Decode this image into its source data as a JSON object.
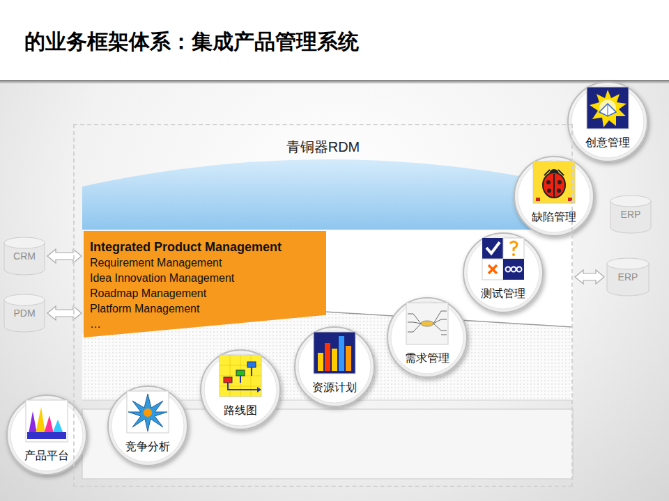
{
  "diagram": {
    "title": "的业务框架体系：集成产品管理系统",
    "nodes": [
      {
        "text": [
          "青铜器RDM"
        ]
      },
      {
        "text": [
          "Integrated Product Management",
          "Requirement Management",
          "Idea Innovation Management",
          "Roadmap Management",
          "Platform Management",
          "…"
        ],
        "in": 0
      },
      {
        "text": [
          "CRM"
        ]
      },
      {
        "text": [
          "PDM"
        ]
      },
      {
        "text": [
          "ERP"
        ]
      },
      {
        "text": [
          "ERP"
        ]
      },
      {
        "text": [
          "创意管理"
        ]
      },
      {
        "text": [
          "缺陷管理"
        ]
      },
      {
        "text": [
          "测试管理"
        ]
      },
      {
        "text": [
          "需求管理"
        ]
      },
      {
        "text": [
          "资源计划"
        ]
      },
      {
        "text": [
          "路线图"
        ]
      },
      {
        "text": [
          "竞争分析"
        ]
      },
      {
        "text": [
          "产品平台"
        ]
      }
    ],
    "edges": [
      {
        "from": 2,
        "to": 1,
        "arrow": "both"
      },
      {
        "from": 3,
        "to": 1,
        "arrow": "both"
      },
      {
        "from": 5,
        "to": 0,
        "arrow": "both"
      }
    ]
  }
}
